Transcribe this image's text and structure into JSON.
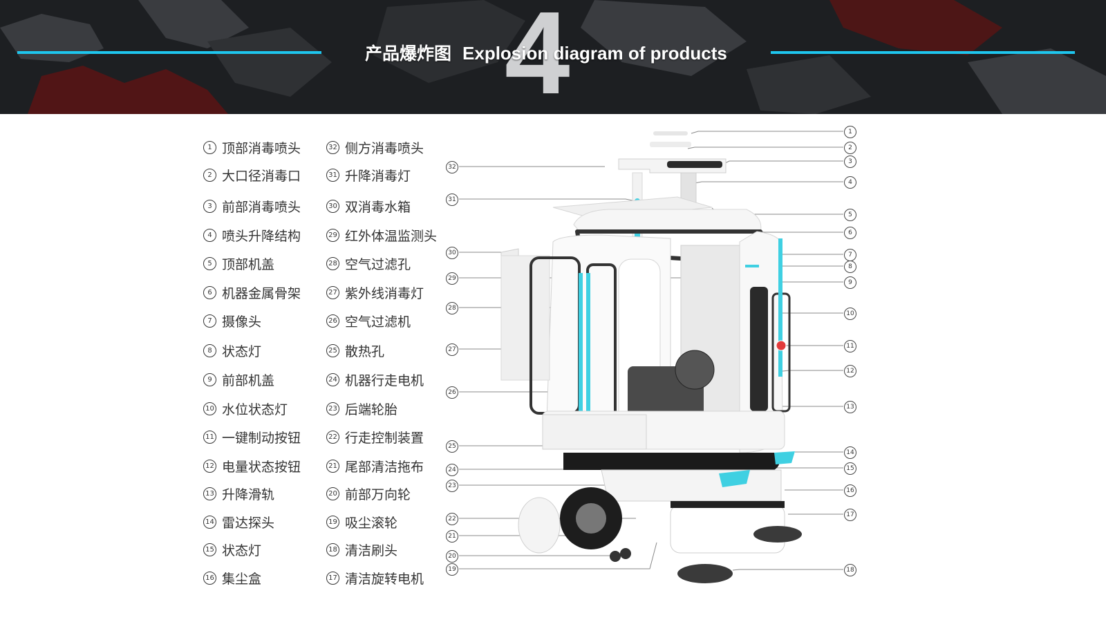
{
  "header": {
    "number": "4",
    "title_zh": "产品爆炸图",
    "title_en": "Explosion diagram of products"
  },
  "colors": {
    "accent": "#1ec6ee",
    "banner_bg": "#1d1f22",
    "text": "#333333"
  },
  "legend_left": [
    {
      "num": "1",
      "label": "顶部消毒喷头"
    },
    {
      "num": "2",
      "label": "大口径消毒口"
    },
    {
      "num": "3",
      "label": "前部消毒喷头"
    },
    {
      "num": "4",
      "label": "喷头升降结构"
    },
    {
      "num": "5",
      "label": "顶部机盖"
    },
    {
      "num": "6",
      "label": "机器金属骨架"
    },
    {
      "num": "7",
      "label": "摄像头"
    },
    {
      "num": "8",
      "label": "状态灯"
    },
    {
      "num": "9",
      "label": "前部机盖"
    },
    {
      "num": "10",
      "label": "水位状态灯"
    },
    {
      "num": "11",
      "label": "一键制动按钮"
    },
    {
      "num": "12",
      "label": "电量状态按钮"
    },
    {
      "num": "13",
      "label": "升降滑轨"
    },
    {
      "num": "14",
      "label": "雷达探头"
    },
    {
      "num": "15",
      "label": "状态灯"
    },
    {
      "num": "16",
      "label": "集尘盒"
    }
  ],
  "legend_right": [
    {
      "num": "32",
      "label": "侧方消毒喷头"
    },
    {
      "num": "31",
      "label": "升降消毒灯"
    },
    {
      "num": "30",
      "label": "双消毒水箱"
    },
    {
      "num": "29",
      "label": "红外体温监测头"
    },
    {
      "num": "28",
      "label": "空气过滤孔"
    },
    {
      "num": "27",
      "label": "紫外线消毒灯"
    },
    {
      "num": "26",
      "label": "空气过滤机"
    },
    {
      "num": "25",
      "label": "散热孔"
    },
    {
      "num": "24",
      "label": "机器行走电机"
    },
    {
      "num": "23",
      "label": "后端轮胎"
    },
    {
      "num": "22",
      "label": "行走控制装置"
    },
    {
      "num": "21",
      "label": "尾部清洁拖布"
    },
    {
      "num": "20",
      "label": "前部万向轮"
    },
    {
      "num": "19",
      "label": "吸尘滚轮"
    },
    {
      "num": "18",
      "label": "清洁刷头"
    },
    {
      "num": "17",
      "label": "清洁旋转电机"
    }
  ],
  "callouts_right": [
    "1",
    "2",
    "3",
    "4",
    "5",
    "6",
    "7",
    "8",
    "9",
    "10",
    "11",
    "12",
    "13",
    "14",
    "15",
    "16",
    "17",
    "18"
  ],
  "callouts_left": [
    "32",
    "31",
    "30",
    "29",
    "28",
    "27",
    "26",
    "25",
    "24",
    "23",
    "22",
    "21",
    "20",
    "19"
  ]
}
